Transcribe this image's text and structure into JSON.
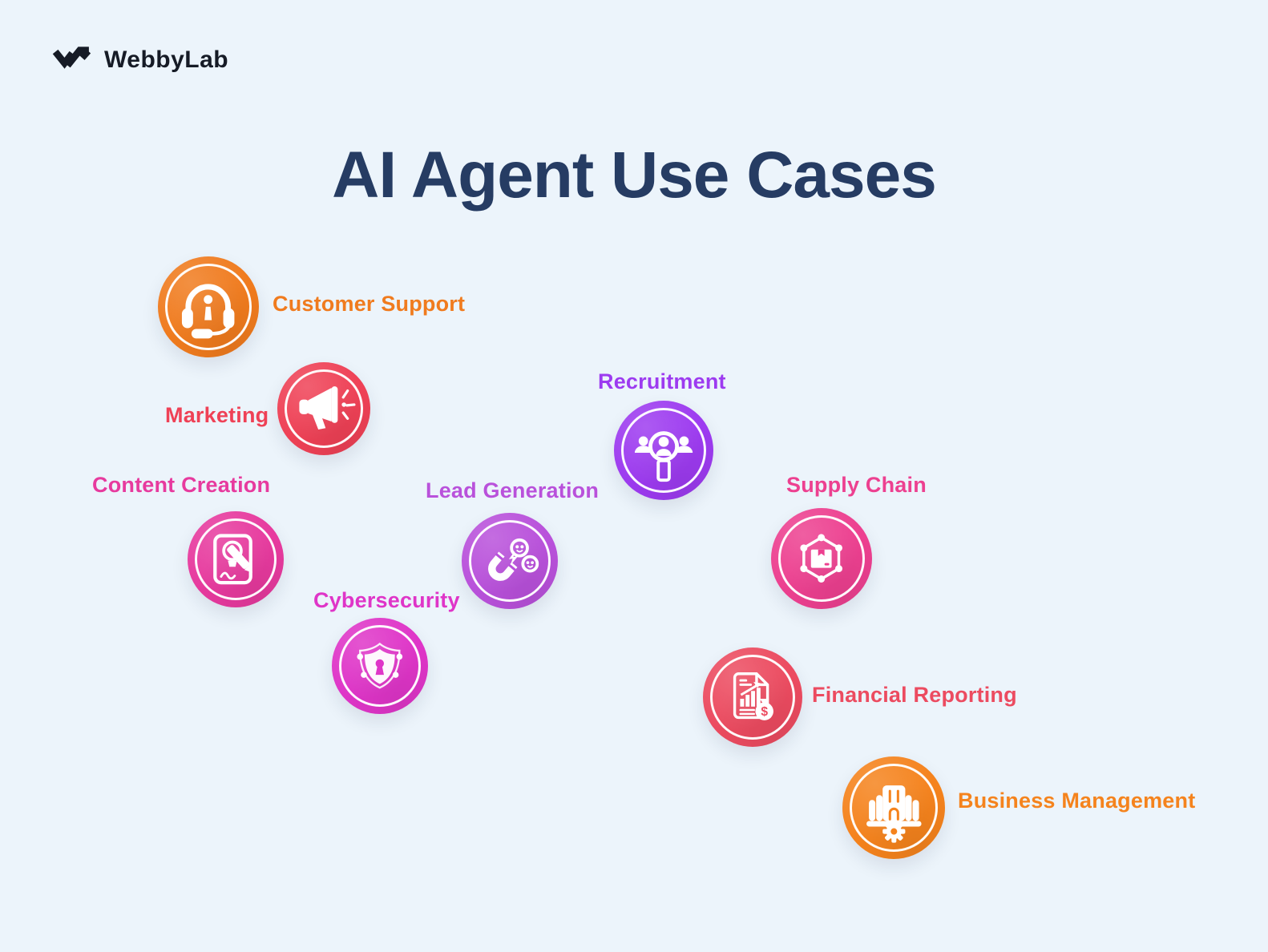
{
  "canvas": {
    "background": "#ECF4FB"
  },
  "logo": {
    "brand": "WebbyLab",
    "color": "#161B26"
  },
  "title": {
    "text": "AI Agent Use Cases",
    "color": "#263C63"
  },
  "use_cases": [
    {
      "label": "Customer Support",
      "color": "#F07B1E",
      "icon": "headset-icon"
    },
    {
      "label": "Marketing",
      "color": "#EF4156",
      "icon": "megaphone-icon"
    },
    {
      "label": "Content Creation",
      "color": "#E73A9E",
      "icon": "document-lightbulb-pencil-icon"
    },
    {
      "label": "Lead Generation",
      "color": "#B951DB",
      "icon": "magnet-leads-icon"
    },
    {
      "label": "Recruitment",
      "color": "#9D3BF0",
      "icon": "people-magnifier-icon"
    },
    {
      "label": "Supply Chain",
      "color": "#ED4090",
      "icon": "package-network-icon"
    },
    {
      "label": "Cybersecurity",
      "color": "#DF35C8",
      "icon": "shield-keyhole-icon"
    },
    {
      "label": "Financial Reporting",
      "color": "#EC4B60",
      "icon": "report-money-bag-icon"
    },
    {
      "label": "Business Management",
      "color": "#F5831D",
      "icon": "building-gear-icon"
    }
  ],
  "glyphs": {
    "dollar": "$"
  }
}
